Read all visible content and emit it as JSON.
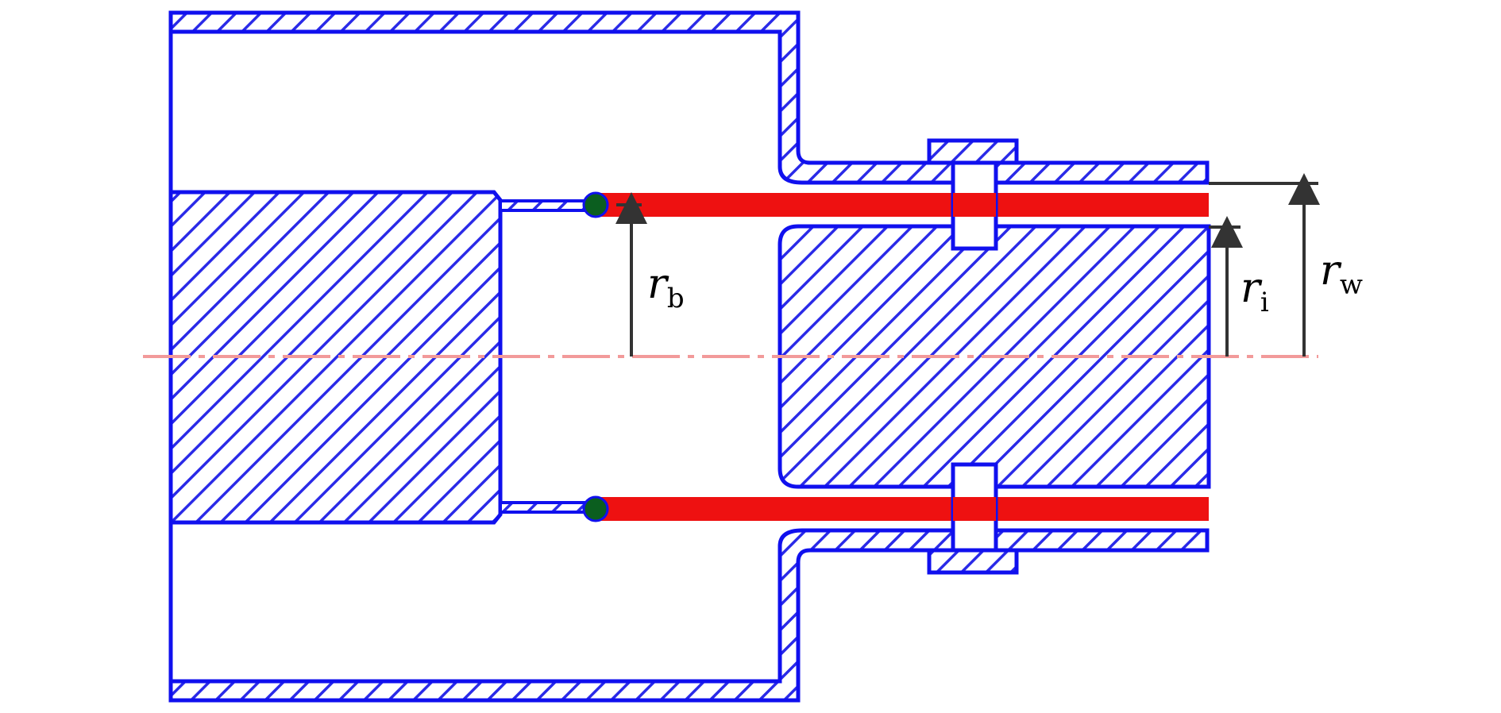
{
  "colors": {
    "hatch_blue": "#1a1ae6",
    "outline_blue": "#1010ee",
    "tube_red": "#ee1111",
    "seal_green": "#0b5e1f",
    "dimension_gray": "#333333",
    "axis_pink": "#f29a9a"
  },
  "labels": {
    "rb": {
      "symbol": "r",
      "subscript": "b"
    },
    "ri": {
      "symbol": "r",
      "subscript": "i"
    },
    "rw": {
      "symbol": "r",
      "subscript": "w"
    }
  }
}
